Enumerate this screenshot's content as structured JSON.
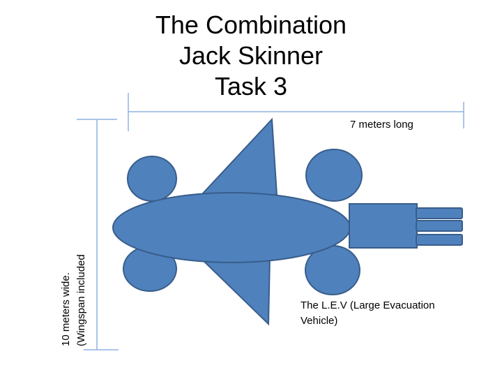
{
  "title": {
    "line1": "The Combination",
    "line2": "Jack Skinner",
    "line3": "Task 3"
  },
  "dimensions": {
    "length_label": "7 meters long",
    "width_label_line1": "10 meters wide.",
    "width_label_line2": "(Wingspan included"
  },
  "vehicle": {
    "caption": "The L.E.V (Large Evacuation Vehicle)",
    "fill_color": "#4f81bd",
    "stroke_color": "#385d8a"
  },
  "colors": {
    "dimension_line": "#8eb4e3"
  }
}
